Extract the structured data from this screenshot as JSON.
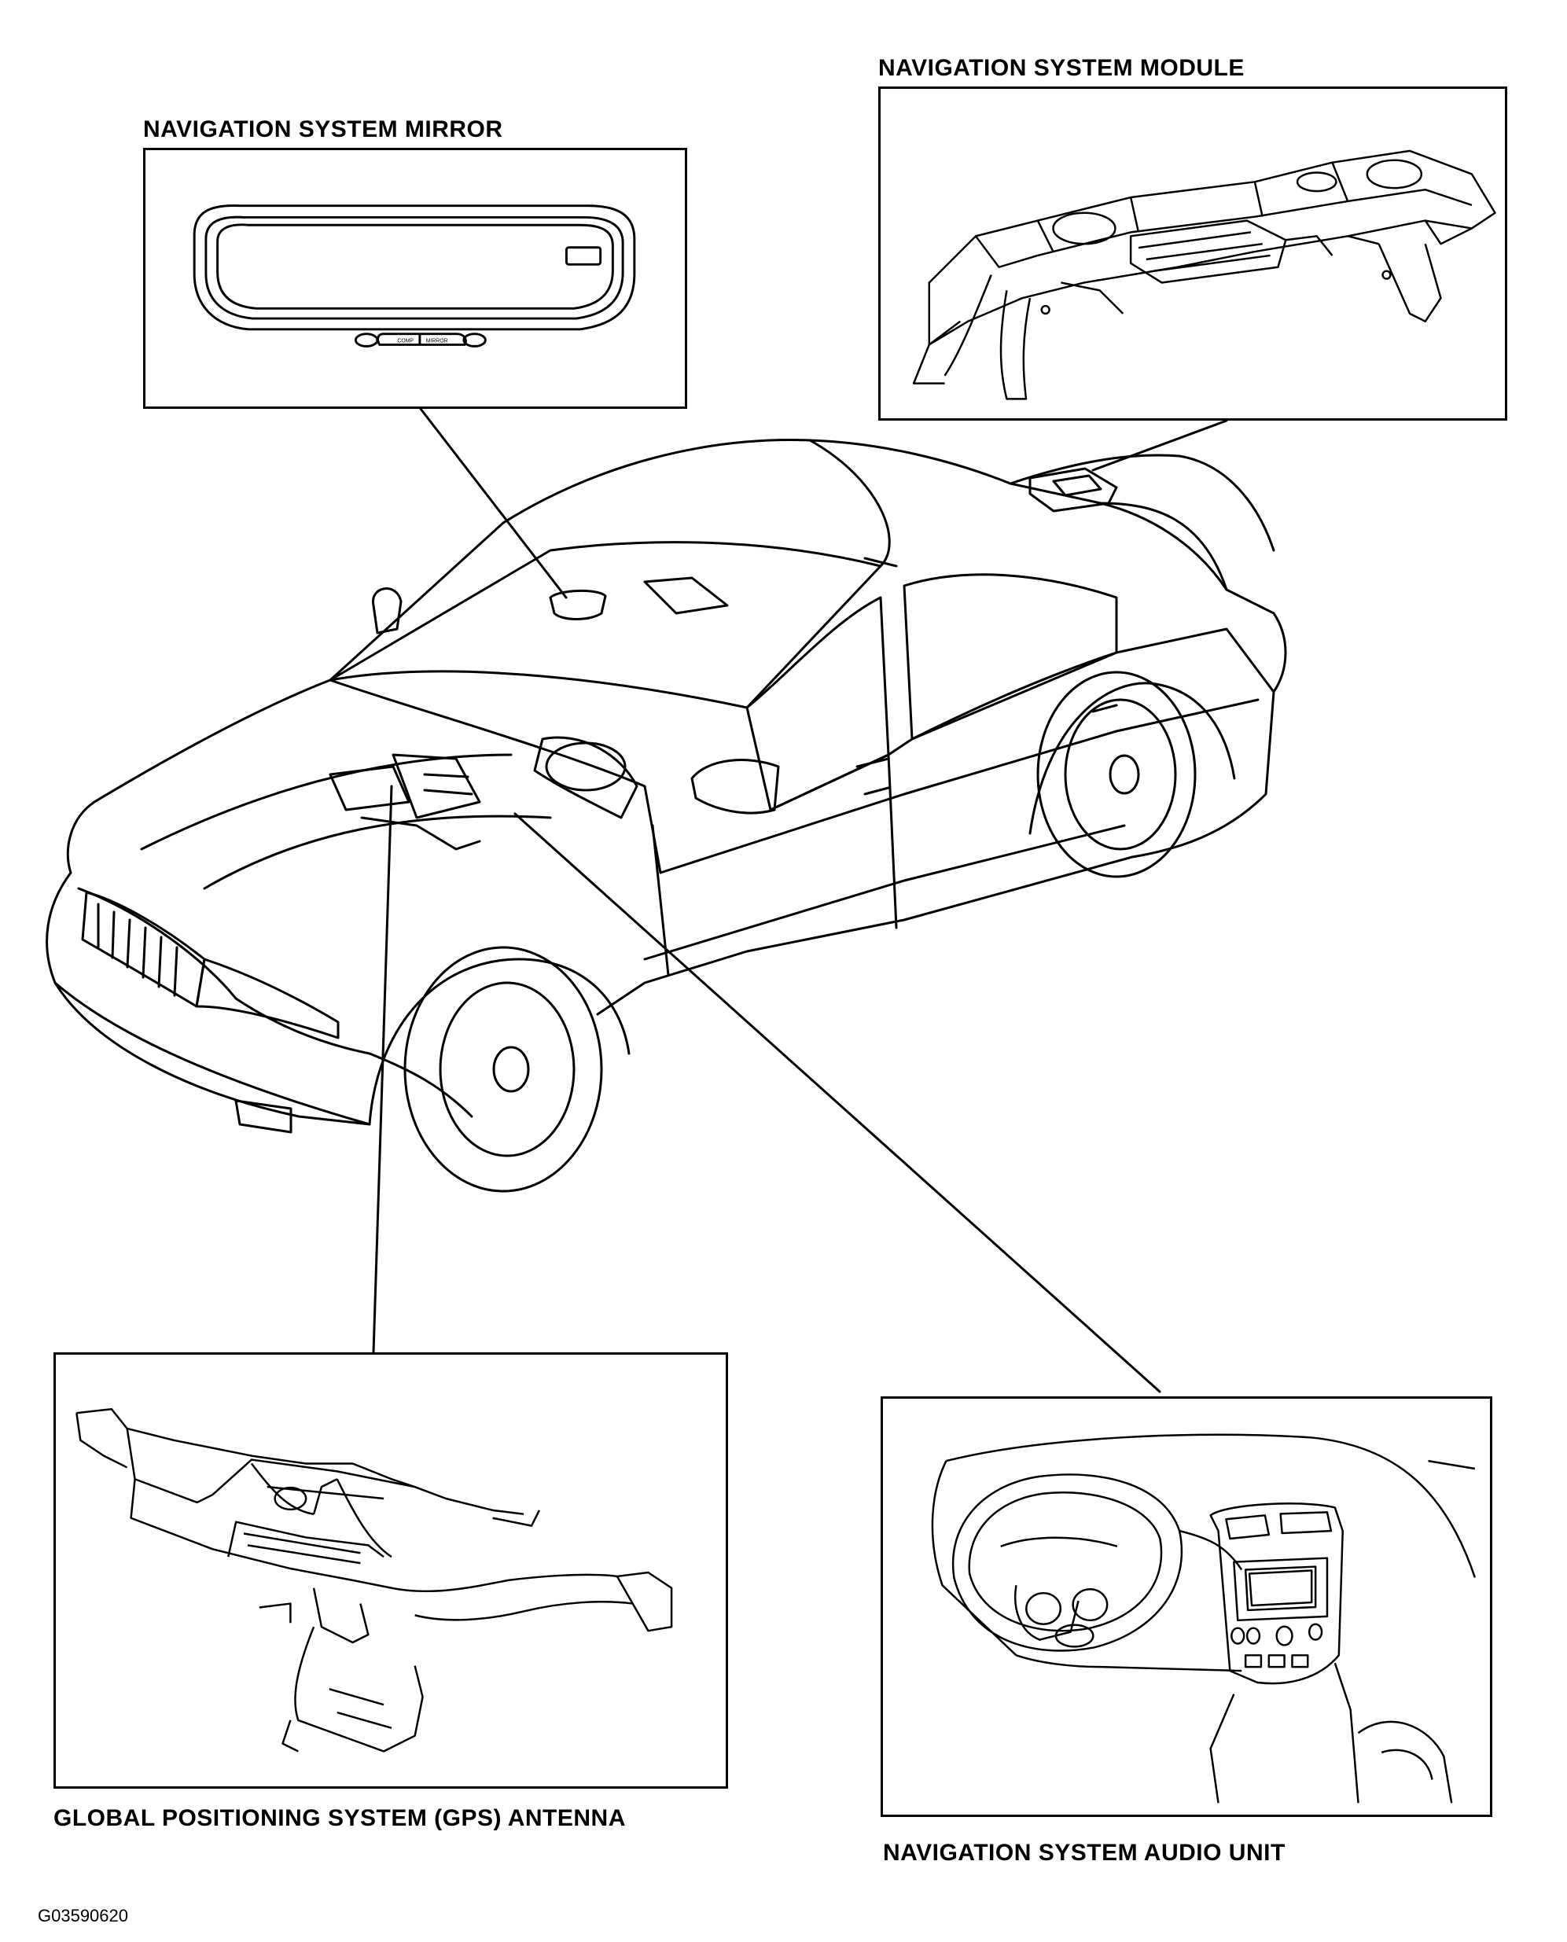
{
  "labels": {
    "mirror": "NAVIGATION SYSTEM MIRROR",
    "module": "NAVIGATION SYSTEM MODULE",
    "gps": "GLOBAL POSITIONING SYSTEM (GPS) ANTENNA",
    "audio": "NAVIGATION SYSTEM AUDIO UNIT",
    "figure_code": "G03590620",
    "mirror_button_left": "COMP",
    "mirror_button_right": "MIRROR"
  }
}
